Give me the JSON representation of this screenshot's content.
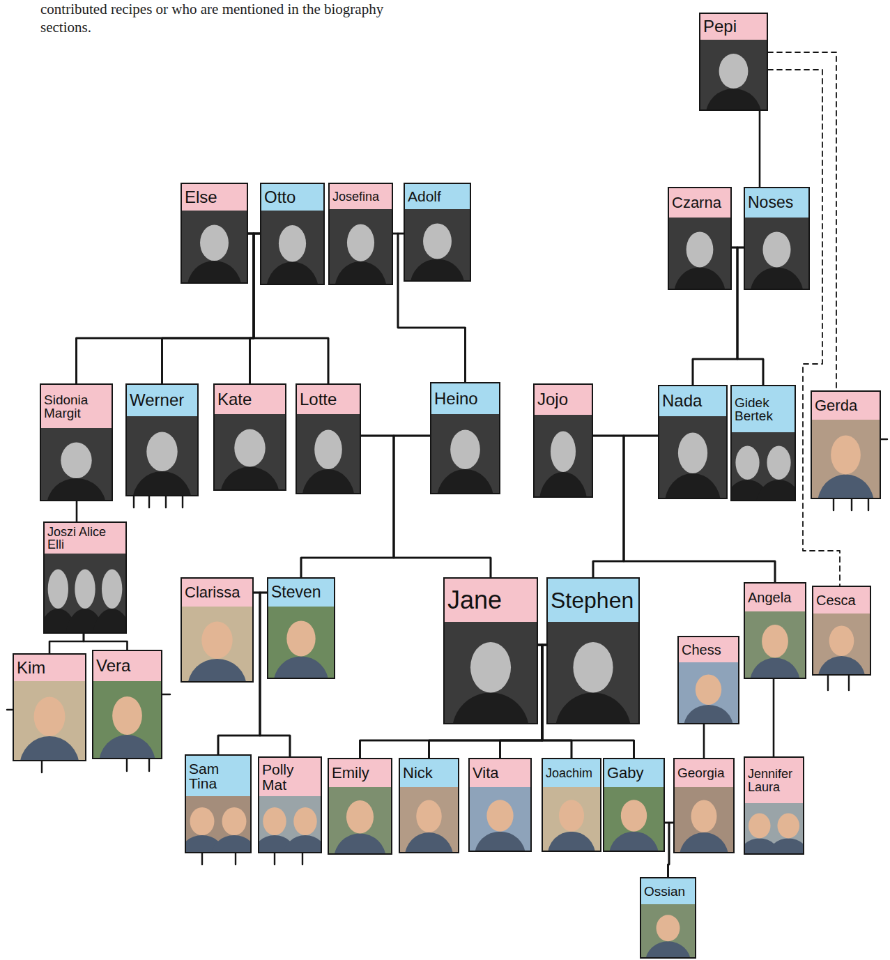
{
  "diagram": {
    "nodes": [
      {
        "text": [
          "Pepi"
        ]
      },
      {
        "text": [
          "Else"
        ]
      },
      {
        "text": [
          "Otto"
        ]
      },
      {
        "text": [
          "Josefina"
        ]
      },
      {
        "text": [
          "Adolf"
        ]
      },
      {
        "text": [
          "Czarna"
        ]
      },
      {
        "text": [
          "Noses"
        ]
      },
      {
        "text": [
          "Sidonia Margit"
        ]
      },
      {
        "text": [
          "Werner"
        ]
      },
      {
        "text": [
          "Kate"
        ]
      },
      {
        "text": [
          "Lotte"
        ]
      },
      {
        "text": [
          "Heino"
        ]
      },
      {
        "text": [
          "Jojo"
        ]
      },
      {
        "text": [
          "Nada"
        ]
      },
      {
        "text": [
          "Gidek Bertek"
        ]
      },
      {
        "text": [
          "Gerda"
        ]
      },
      {
        "text": [
          "Joszi Alice Elli"
        ]
      },
      {
        "text": [
          "Clarissa"
        ]
      },
      {
        "text": [
          "Steven"
        ]
      },
      {
        "text": [
          "Jane"
        ]
      },
      {
        "text": [
          "Stephen"
        ]
      },
      {
        "text": [
          "Angela"
        ]
      },
      {
        "text": [
          "Cesca"
        ]
      },
      {
        "text": [
          "Chess"
        ]
      },
      {
        "text": [
          "Kim"
        ]
      },
      {
        "text": [
          "Vera"
        ]
      },
      {
        "text": [
          "Sam Tina"
        ]
      },
      {
        "text": [
          "Polly Mat"
        ]
      },
      {
        "text": [
          "Emily"
        ]
      },
      {
        "text": [
          "Nick"
        ]
      },
      {
        "text": [
          "Vita"
        ]
      },
      {
        "text": [
          "Joachim"
        ]
      },
      {
        "text": [
          "Gaby"
        ]
      },
      {
        "text": [
          "Georgia"
        ]
      },
      {
        "text": [
          "Jennifer Laura"
        ]
      },
      {
        "text": [
          "Ossian"
        ]
      }
    ],
    "edges": [
      {
        "from": 0,
        "to": 6,
        "arrow": "none"
      },
      {
        "from": 0,
        "to": 15,
        "arrow": "none"
      },
      {
        "from": 0,
        "to": 22,
        "arrow": "none"
      },
      {
        "from": 1,
        "to": 2,
        "arrow": "none"
      },
      {
        "from": 3,
        "to": 4,
        "arrow": "none"
      },
      {
        "from": 5,
        "to": 6,
        "arrow": "none"
      },
      {
        "from": 1,
        "to": 7,
        "arrow": "none"
      },
      {
        "from": 2,
        "to": 7,
        "arrow": "none"
      },
      {
        "from": 1,
        "to": 8,
        "arrow": "none"
      },
      {
        "from": 2,
        "to": 8,
        "arrow": "none"
      },
      {
        "from": 1,
        "to": 9,
        "arrow": "none"
      },
      {
        "from": 2,
        "to": 9,
        "arrow": "none"
      },
      {
        "from": 1,
        "to": 10,
        "arrow": "none"
      },
      {
        "from": 2,
        "to": 10,
        "arrow": "none"
      },
      {
        "from": 3,
        "to": 11,
        "arrow": "none"
      },
      {
        "from": 4,
        "to": 11,
        "arrow": "none"
      },
      {
        "from": 5,
        "to": 13,
        "arrow": "none"
      },
      {
        "from": 6,
        "to": 13,
        "arrow": "none"
      },
      {
        "from": 5,
        "to": 14,
        "arrow": "none"
      },
      {
        "from": 6,
        "to": 14,
        "arrow": "none"
      },
      {
        "from": 10,
        "to": 11,
        "arrow": "none"
      },
      {
        "from": 12,
        "to": 13,
        "arrow": "none"
      },
      {
        "from": 10,
        "to": 18,
        "arrow": "none"
      },
      {
        "from": 11,
        "to": 18,
        "arrow": "none"
      },
      {
        "from": 10,
        "to": 19,
        "arrow": "none"
      },
      {
        "from": 11,
        "to": 19,
        "arrow": "none"
      },
      {
        "from": 12,
        "to": 20,
        "arrow": "none"
      },
      {
        "from": 13,
        "to": 20,
        "arrow": "none"
      },
      {
        "from": 12,
        "to": 21,
        "arrow": "none"
      },
      {
        "from": 13,
        "to": 21,
        "arrow": "none"
      },
      {
        "from": 7,
        "to": 16,
        "arrow": "none"
      },
      {
        "from": 16,
        "to": 24,
        "arrow": "none"
      },
      {
        "from": 16,
        "to": 25,
        "arrow": "none"
      },
      {
        "from": 17,
        "to": 18,
        "arrow": "none"
      },
      {
        "from": 19,
        "to": 20,
        "arrow": "none"
      },
      {
        "from": 17,
        "to": 26,
        "arrow": "none"
      },
      {
        "from": 18,
        "to": 26,
        "arrow": "none"
      },
      {
        "from": 17,
        "to": 27,
        "arrow": "none"
      },
      {
        "from": 18,
        "to": 27,
        "arrow": "none"
      },
      {
        "from": 19,
        "to": 28,
        "arrow": "none"
      },
      {
        "from": 20,
        "to": 28,
        "arrow": "none"
      },
      {
        "from": 19,
        "to": 29,
        "arrow": "none"
      },
      {
        "from": 20,
        "to": 29,
        "arrow": "none"
      },
      {
        "from": 19,
        "to": 30,
        "arrow": "none"
      },
      {
        "from": 20,
        "to": 30,
        "arrow": "none"
      },
      {
        "from": 19,
        "to": 31,
        "arrow": "none"
      },
      {
        "from": 20,
        "to": 31,
        "arrow": "none"
      },
      {
        "from": 19,
        "to": 32,
        "arrow": "none"
      },
      {
        "from": 20,
        "to": 32,
        "arrow": "none"
      },
      {
        "from": 23,
        "to": 33,
        "arrow": "none"
      },
      {
        "from": 21,
        "to": 34,
        "arrow": "none"
      },
      {
        "from": 32,
        "to": 33,
        "arrow": "none"
      },
      {
        "from": 32,
        "to": 35,
        "arrow": "none"
      },
      {
        "from": 33,
        "to": 35,
        "arrow": "none"
      }
    ],
    "labels": [
      "contributed recipes or who are mentioned in the biography sections."
    ]
  }
}
